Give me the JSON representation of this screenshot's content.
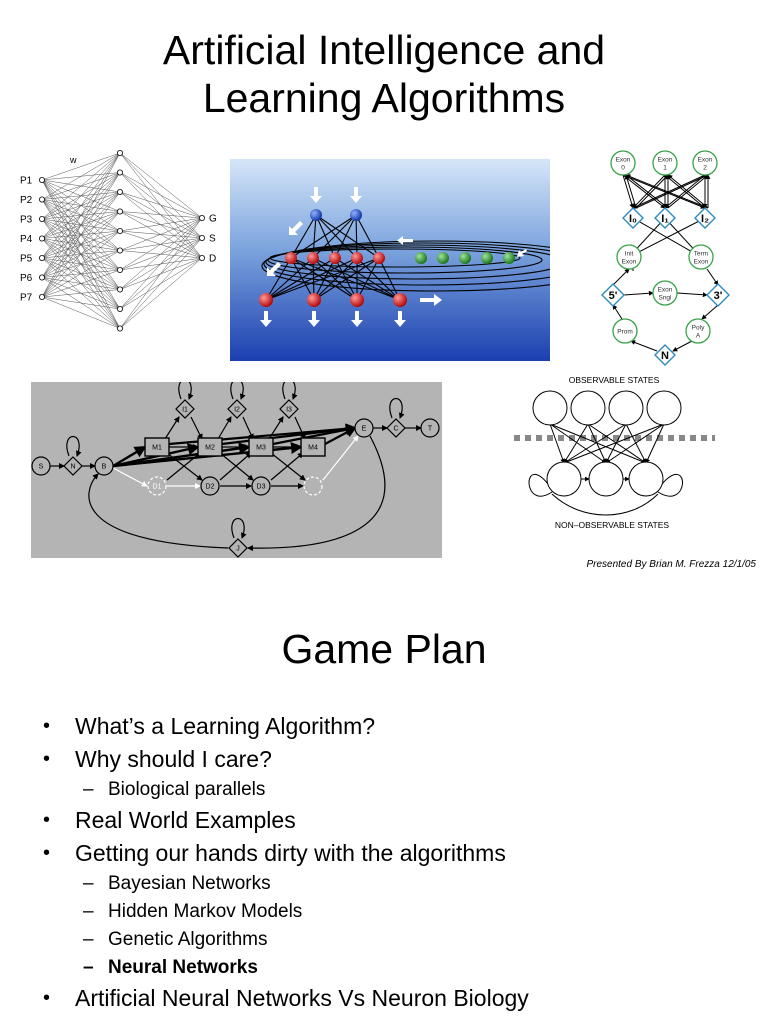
{
  "slide1": {
    "title_line1": "Artificial Intelligence and",
    "title_line2": "Learning Algorithms",
    "presenter": "Presented By Brian M. Frezza 12/1/05",
    "nn_figure": {
      "inputs": [
        "P1",
        "P2",
        "P3",
        "P4",
        "P5",
        "P6",
        "P7"
      ],
      "outputs": [
        "G",
        "S",
        "D"
      ],
      "weight_label": "w"
    },
    "exon_figure": {
      "top_nodes": [
        "Exon 0",
        "Exon 1",
        "Exon 2"
      ],
      "mid_nodes": [
        "I₀",
        "I₁",
        "I₂"
      ],
      "init_node": "Init Exon",
      "term_node": "Term Exon",
      "five_prime": "5'",
      "three_prime": "3'",
      "exon_sngl": "Exon Sngl",
      "prom": "Prom",
      "poly": "Poly A",
      "n": "N"
    },
    "hmm_figure": {
      "top_nodes": [
        "I1",
        "I2",
        "I3"
      ],
      "match_nodes": [
        "M1",
        "M2",
        "M3",
        "M4"
      ],
      "delete_nodes": [
        "D1",
        "D2",
        "D3"
      ],
      "s": "S",
      "n": "N",
      "b": "B",
      "e": "E",
      "c": "C",
      "t": "T",
      "j": "J"
    },
    "states_figure": {
      "observable": "OBSERVABLE STATES",
      "non_observable": "NON–OBSERVABLE STATES"
    }
  },
  "slide2": {
    "title": "Game Plan",
    "items": [
      {
        "level": 1,
        "text": "What’s a Learning Algorithm?"
      },
      {
        "level": 1,
        "text": "Why should I care?"
      },
      {
        "level": 2,
        "text": "Biological parallels"
      },
      {
        "level": 1,
        "text": "Real World Examples"
      },
      {
        "level": 1,
        "text": "Getting our hands dirty with the algorithms"
      },
      {
        "level": 2,
        "text": "Bayesian Networks"
      },
      {
        "level": 2,
        "text": "Hidden Markov Models"
      },
      {
        "level": 2,
        "text": "Genetic Algorithms"
      },
      {
        "level": 2,
        "text": "Neural Networks",
        "bold": true
      },
      {
        "level": 1,
        "text": "Artificial Neural Networks Vs Neuron Biology"
      }
    ]
  }
}
